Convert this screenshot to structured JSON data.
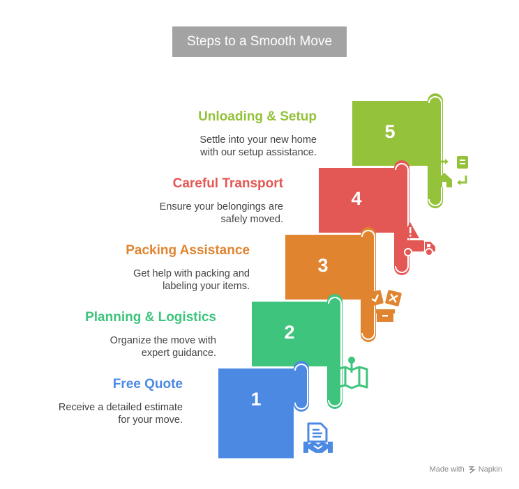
{
  "title": "Steps to a Smooth Move",
  "steps": [
    {
      "number": "1",
      "title": "Free Quote",
      "desc1": "Receive a detailed estimate",
      "desc2": "for your move.",
      "color": "#4c89e3",
      "icon": "handshake-document-icon"
    },
    {
      "number": "2",
      "title": "Planning & Logistics",
      "desc1": "Organize the move with",
      "desc2": "expert guidance.",
      "color": "#3ec47c",
      "icon": "map-pin-icon"
    },
    {
      "number": "3",
      "title": "Packing Assistance",
      "desc1": "Get help with packing and",
      "desc2": "labeling your items.",
      "color": "#e08430",
      "icon": "packing-boxes-icon"
    },
    {
      "number": "4",
      "title": "Careful Transport",
      "desc1": "Ensure your belongings are",
      "desc2": "safely moved.",
      "color": "#e35754",
      "icon": "truck-warning-icon"
    },
    {
      "number": "5",
      "title": "Unloading & Setup",
      "desc1": "Settle into your new home",
      "desc2": "with our setup assistance.",
      "color": "#94c23b",
      "icon": "home-unload-icon"
    }
  ],
  "footer": {
    "made_with": "Made with",
    "brand": "Napkin"
  }
}
